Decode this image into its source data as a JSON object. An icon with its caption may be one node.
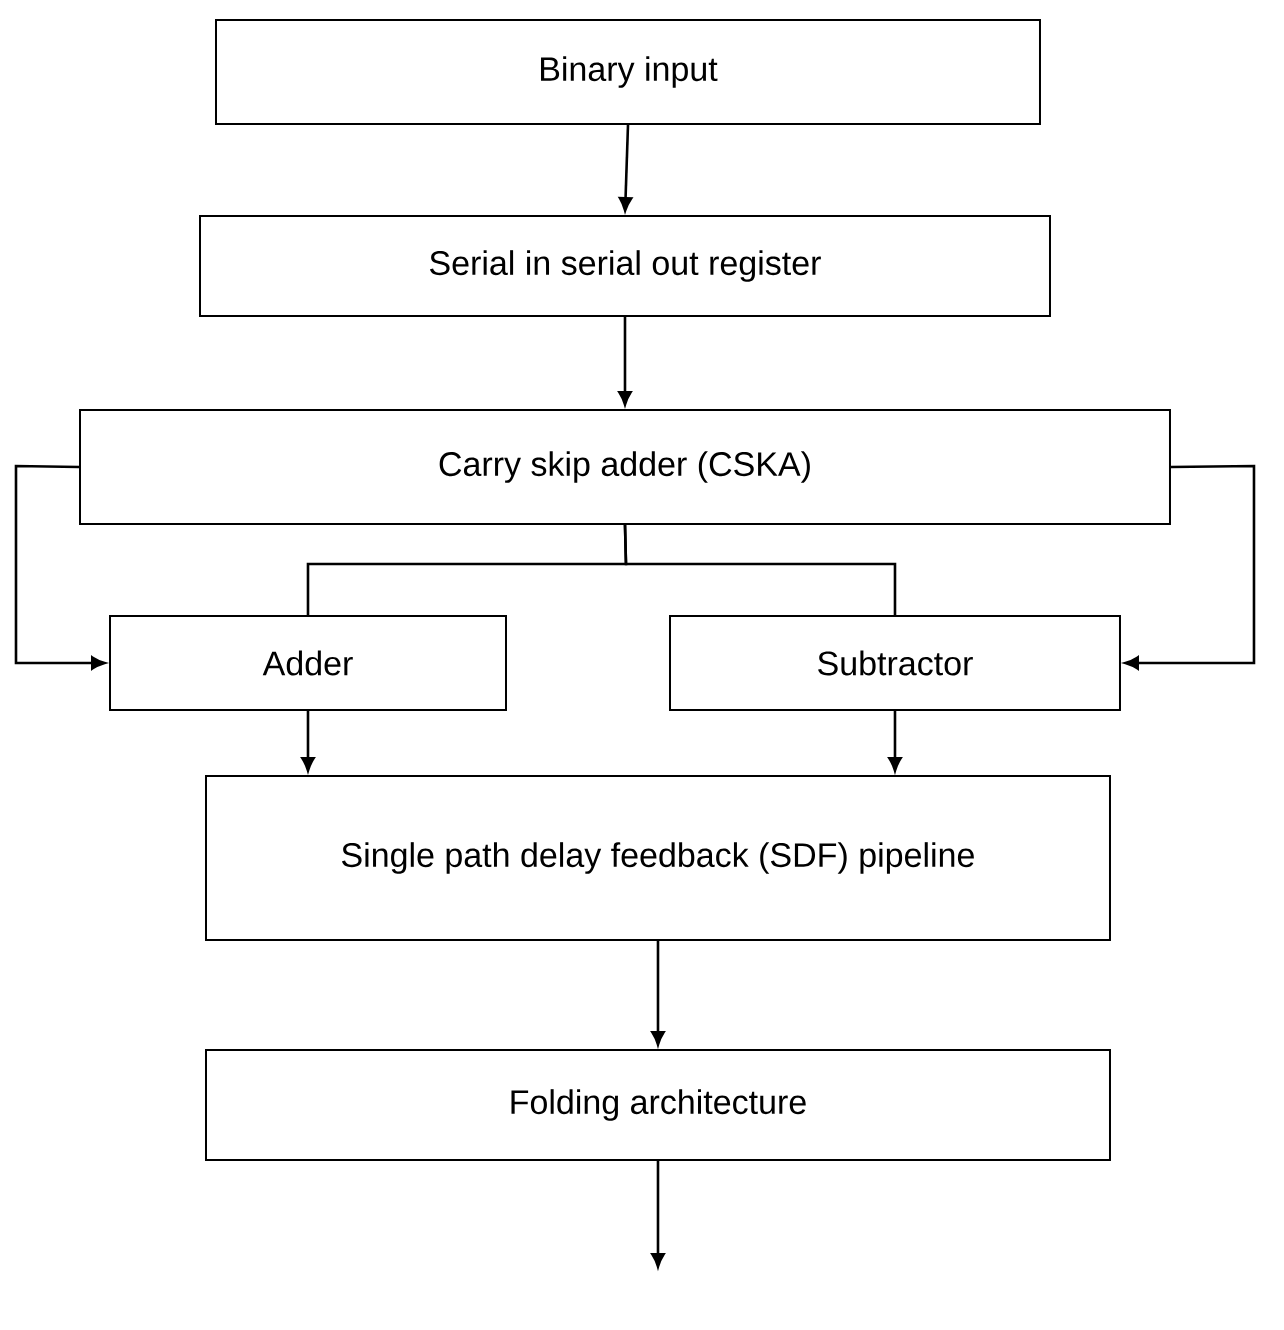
{
  "diagram": {
    "nodes": [
      {
        "text": [
          "Binary input"
        ]
      },
      {
        "text": [
          "Serial in serial out register"
        ]
      },
      {
        "text": [
          "Carry skip adder (CSKA)"
        ]
      },
      {
        "text": [
          "Adder"
        ]
      },
      {
        "text": [
          "Subtractor"
        ]
      },
      {
        "text": [
          "Single path delay feedback (SDF) pipeline"
        ]
      },
      {
        "text": [
          "Folding architecture"
        ]
      }
    ],
    "edges": [
      {
        "from": 0,
        "to": 1,
        "arrow": "to"
      },
      {
        "from": 1,
        "to": 2,
        "arrow": "to"
      },
      {
        "from": 2,
        "to": 3,
        "arrow": "none"
      },
      {
        "from": 2,
        "to": 4,
        "arrow": "none"
      },
      {
        "from": 2,
        "to": 3,
        "arrow": "to"
      },
      {
        "from": 2,
        "to": 4,
        "arrow": "to"
      },
      {
        "from": 3,
        "to": 5,
        "arrow": "to"
      },
      {
        "from": 4,
        "to": 5,
        "arrow": "to"
      },
      {
        "from": 5,
        "to": 6,
        "arrow": "to"
      },
      {
        "from": 6,
        "to": null,
        "arrow": "to"
      }
    ]
  }
}
